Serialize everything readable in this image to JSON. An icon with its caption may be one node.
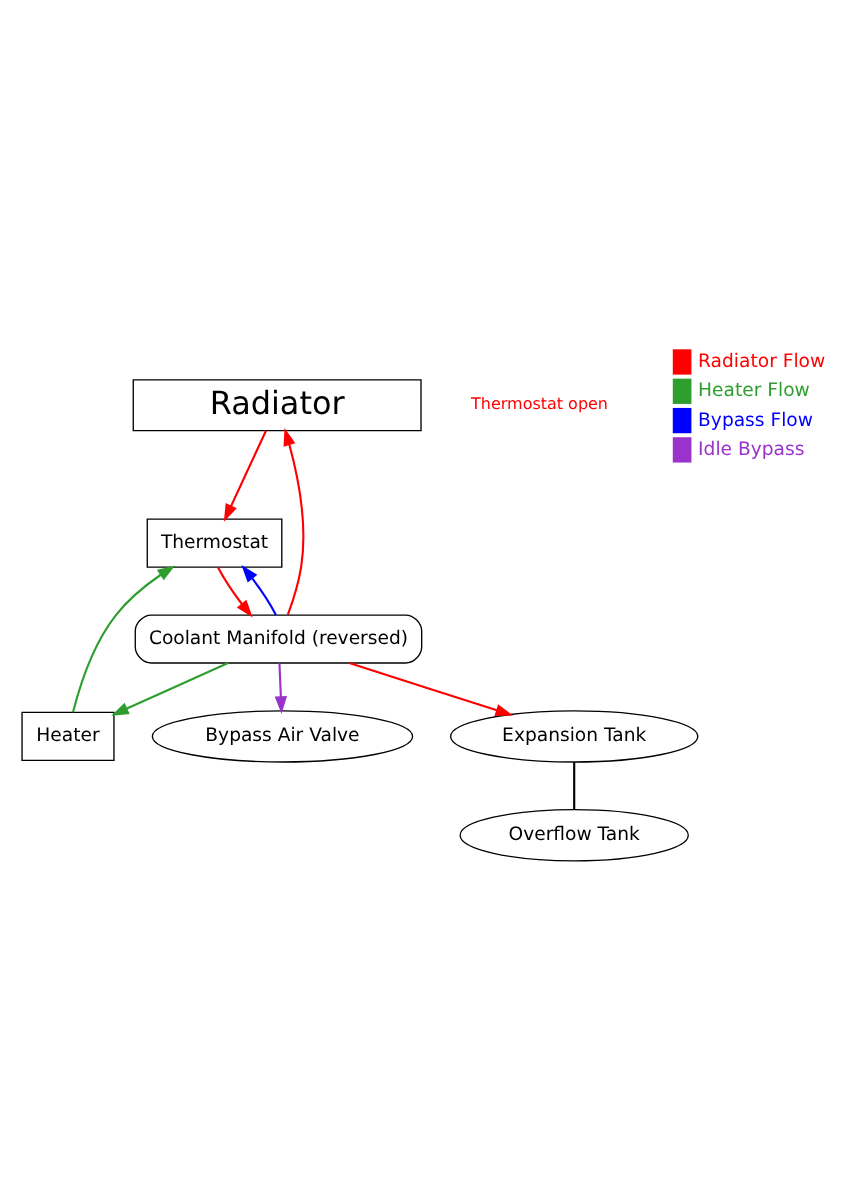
{
  "diagram": {
    "nodes": [
      {
        "text": [
          "Radiator"
        ]
      },
      {
        "text": [
          "Heater"
        ]
      },
      {
        "text": [
          "Bypass Air Valve"
        ]
      },
      {
        "text": [
          "Coolant Manifold (reversed)"
        ]
      },
      {
        "text": [
          "Thermostat"
        ]
      },
      {
        "text": [
          "Expansion Tank"
        ]
      },
      {
        "text": [
          "Overflow Tank"
        ]
      }
    ],
    "edges": [
      {
        "from": 3,
        "to": 0,
        "arrow": "to",
        "color": "#ff0000"
      },
      {
        "from": 0,
        "to": 4,
        "arrow": "to",
        "color": "#ff0000"
      },
      {
        "from": 4,
        "to": 3,
        "arrow": "to",
        "color": "#ff0000"
      },
      {
        "from": 3,
        "to": 1,
        "arrow": "to",
        "color": "#2e9e2e"
      },
      {
        "from": 1,
        "to": 4,
        "arrow": "to",
        "color": "#2e9e2e"
      },
      {
        "from": 3,
        "to": 4,
        "arrow": "to",
        "color": "#0000ff"
      },
      {
        "from": 3,
        "to": 2,
        "arrow": "to",
        "color": "#9933cc"
      },
      {
        "from": 3,
        "to": 5,
        "arrow": "to",
        "color": "#ff0000"
      },
      {
        "from": 5,
        "to": 6,
        "arrow": "none",
        "color": "#000000"
      }
    ],
    "labels": [
      "Thermostat open"
    ],
    "legend": [
      {
        "text": "Radiator Flow",
        "color": "#ff0000"
      },
      {
        "text": "Heater Flow",
        "color": "#2e9e2e"
      },
      {
        "text": "Bypass Flow",
        "color": "#0000ff"
      },
      {
        "text": "Idle Bypass",
        "color": "#9933cc"
      }
    ]
  }
}
